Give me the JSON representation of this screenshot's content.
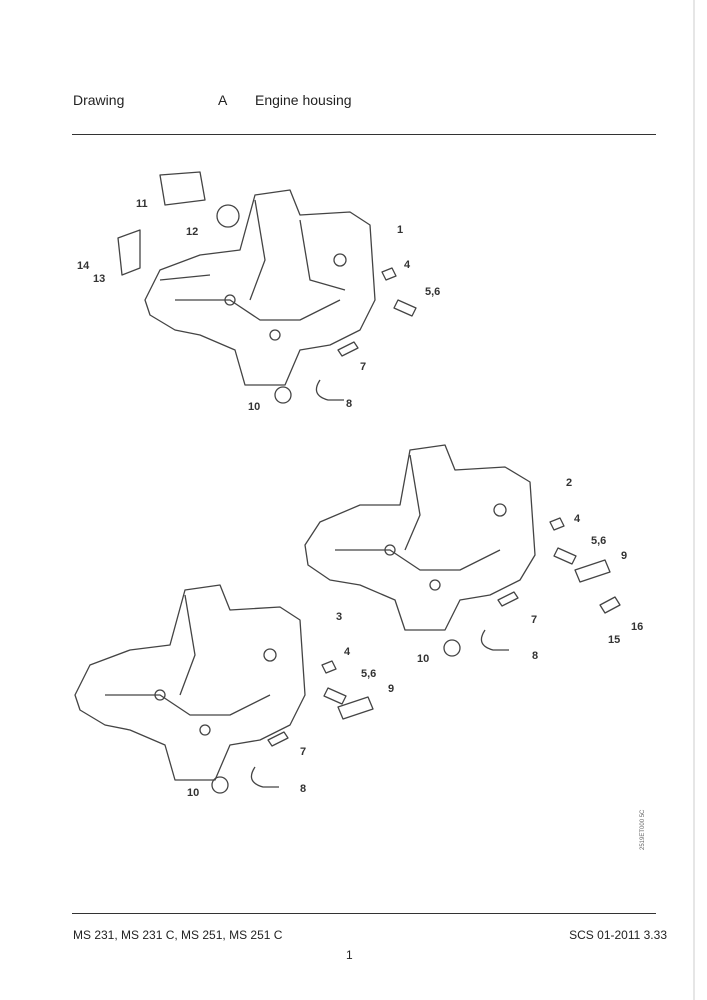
{
  "header": {
    "section_label": "Drawing",
    "section_letter": "A",
    "title": "Engine housing"
  },
  "footer": {
    "models": "MS 231, MS 231 C, MS 251, MS 251 C",
    "doc_ref": "SCS 01-2011 3.33",
    "page_number": "1"
  },
  "drawing_code": "2519ET000 5C",
  "callouts": {
    "d1": [
      "11",
      "12",
      "1",
      "4",
      "5,6",
      "14",
      "13",
      "7",
      "10",
      "8"
    ],
    "d2": [
      "2",
      "4",
      "5,6",
      "9",
      "16",
      "15",
      "7",
      "10",
      "8"
    ],
    "d3": [
      "3",
      "4",
      "5,6",
      "9",
      "7",
      "10",
      "8"
    ]
  }
}
